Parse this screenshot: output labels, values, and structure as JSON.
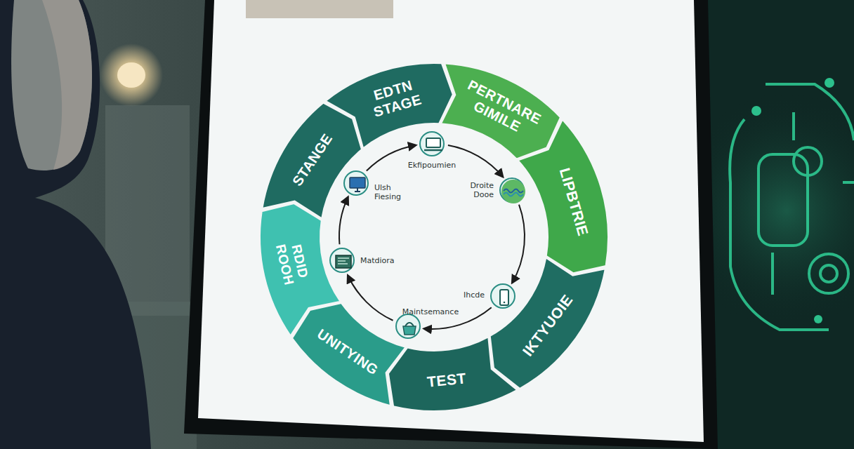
{
  "diagram": {
    "nodes": [
      {
        "text": [
          "EDTN STAGE"
        ]
      },
      {
        "text": [
          "PERTNARE GIMILE"
        ]
      },
      {
        "text": [
          "LIPBTRIE"
        ]
      },
      {
        "text": [
          "IKTYUOIE"
        ]
      },
      {
        "text": [
          "TEST"
        ]
      },
      {
        "text": [
          "UNITYING"
        ]
      },
      {
        "text": [
          "RDID ROOH"
        ]
      },
      {
        "text": [
          "STANGE"
        ]
      },
      {
        "text": [
          "Ekfipoumien"
        ]
      },
      {
        "text": [
          "Droite Dooe"
        ]
      },
      {
        "text": [
          "Ihcde"
        ]
      },
      {
        "text": [
          "Maintsemance"
        ]
      },
      {
        "text": [
          "Matdiora"
        ]
      },
      {
        "text": [
          "Ulsh Fiesing"
        ]
      }
    ],
    "edges": [
      {
        "from": 8,
        "to": 9,
        "arrow": "to"
      },
      {
        "from": 9,
        "to": 10,
        "arrow": "to"
      },
      {
        "from": 10,
        "to": 11,
        "arrow": "to"
      },
      {
        "from": 11,
        "to": 12,
        "arrow": "to"
      },
      {
        "from": 12,
        "to": 13,
        "arrow": "to"
      },
      {
        "from": 13,
        "to": 8,
        "arrow": "to"
      }
    ]
  }
}
